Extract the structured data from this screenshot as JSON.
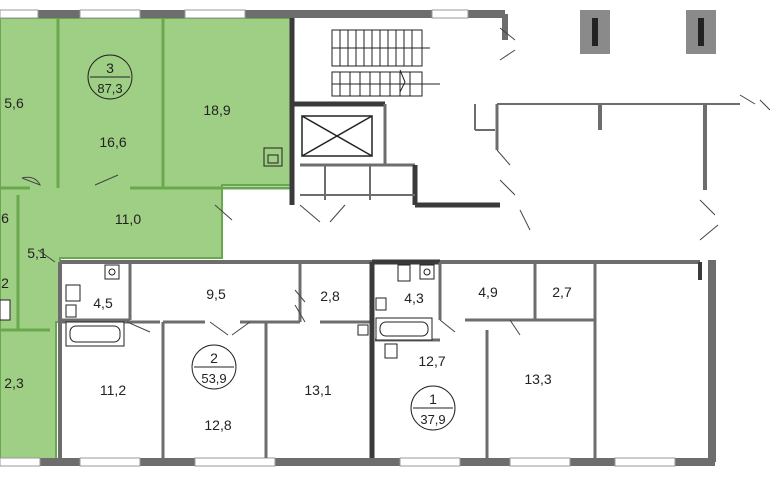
{
  "colors": {
    "selected_fill": "#9fcf84",
    "selected_stroke": "#6aa84f",
    "wall": "#6d6d6d",
    "wall_dark": "#3a3a3a",
    "window": "#ffffff",
    "text": "#222222"
  },
  "apartments": [
    {
      "id": "3",
      "number": "3",
      "area": "87,3",
      "highlighted": true
    },
    {
      "id": "2",
      "number": "2",
      "area": "53,9",
      "highlighted": false
    },
    {
      "id": "1",
      "number": "1",
      "area": "37,9",
      "highlighted": false
    }
  ],
  "rooms": {
    "r_5_6": "5,6",
    "r_16_6": "16,6",
    "r_18_9": "18,9",
    "r_11_0": "11,0",
    "r_6": "6",
    "r_5_1": "5,1",
    "r_2": "2",
    "r_2_3": "2,3",
    "r_4_5": "4,5",
    "r_9_5": "9,5",
    "r_2_8": "2,8",
    "r_4_3": "4,3",
    "r_4_9": "4,9",
    "r_2_7": "2,7",
    "r_11_2": "11,2",
    "r_12_8": "12,8",
    "r_13_1": "13,1",
    "r_12_7": "12,7",
    "r_13_3": "13,3"
  },
  "icons": [
    "wc-icon",
    "sink-icon",
    "bathtub-icon",
    "shower-icon",
    "stairs-icon",
    "elevator-icon",
    "door-swing-icon",
    "ventilation-shaft-icon"
  ]
}
